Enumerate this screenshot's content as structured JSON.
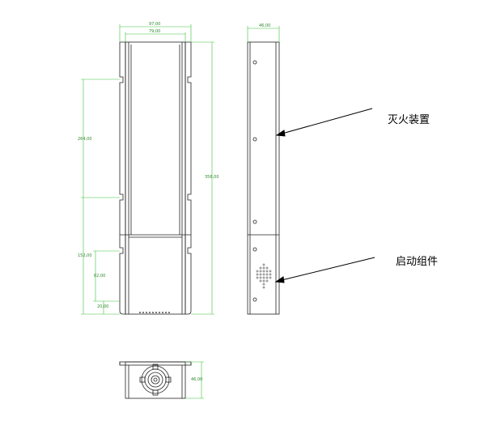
{
  "front_view": {
    "dim_width_outer": "97,00",
    "dim_width_inner": "79,00",
    "dim_height_total": "356,00",
    "dim_upper_section": "264,00",
    "dim_lower_section": "152,00",
    "dim_slot": "62,00",
    "dim_base": "20,00"
  },
  "side_view": {
    "dim_depth": "46,00"
  },
  "bottom_view": {
    "dim_depth": "46,00"
  },
  "callouts": {
    "extinguisher_label": "灭火装置",
    "starter_label": "启动组件"
  }
}
